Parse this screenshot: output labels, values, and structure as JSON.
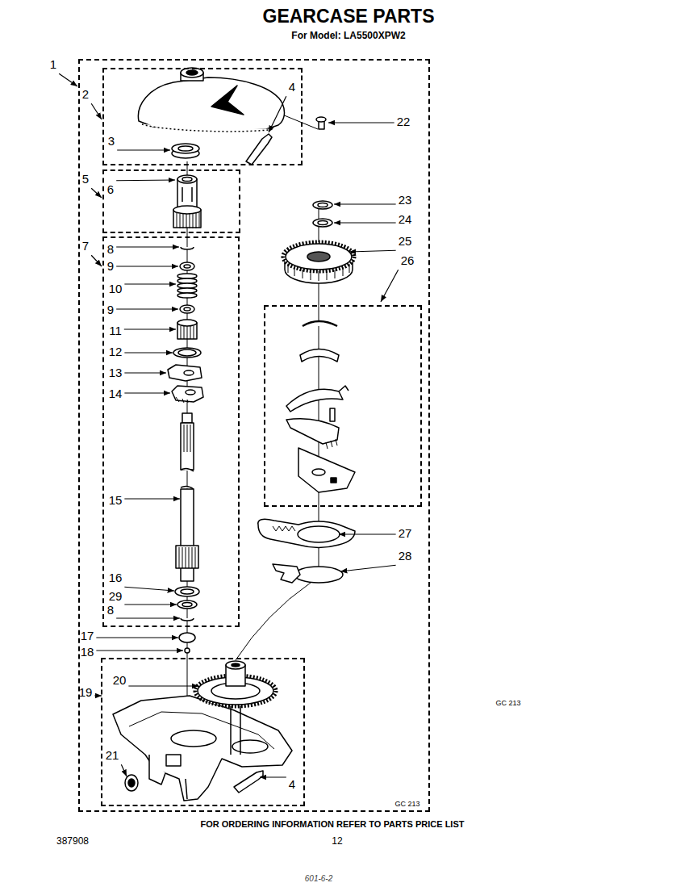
{
  "diagram": {
    "title": "GEARCASE PARTS",
    "nodes": [
      {
        "text": [
          "1"
        ]
      },
      {
        "text": [
          "2"
        ],
        "in": 0
      },
      {
        "text": [
          "5"
        ],
        "in": 0
      },
      {
        "text": [
          "7"
        ],
        "in": 0
      },
      {
        "text": [
          "26"
        ],
        "in": 0
      },
      {
        "text": [
          "19"
        ],
        "in": 0
      }
    ],
    "edges": [],
    "labels": [
      "For Model: LA5500XPW2",
      "4",
      "3",
      "22",
      "6",
      "23",
      "24",
      "25",
      "8",
      "9",
      "10",
      "9",
      "11",
      "12",
      "13",
      "14",
      "15",
      "27",
      "28",
      "16",
      "29",
      "8",
      "17",
      "18",
      "20",
      "GC 213",
      "21",
      "4",
      "GC 213",
      "FOR ORDERING INFORMATION REFER TO PARTS PRICE LIST",
      "387908",
      "12",
      "601-6-2"
    ]
  }
}
